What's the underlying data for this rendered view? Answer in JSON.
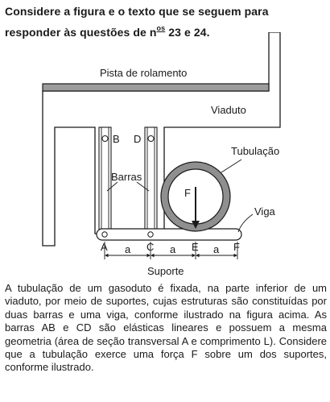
{
  "heading": {
    "line1": "Considere a figura e o texto que se seguem para",
    "line2_prefix": "responder às questões de n",
    "line2_sup": "os",
    "line2_suffix": "  23 e 24."
  },
  "figure": {
    "labels": {
      "runway": "Pista de rolamento",
      "viaduct": "Viaduto",
      "pipe": "Tubulação",
      "bars": "Barras",
      "beam": "Viga",
      "support": "Suporte",
      "force": "F",
      "point_B": "B",
      "point_D": "D",
      "point_A": "A",
      "point_C": "C",
      "point_E": "E",
      "point_F": "F",
      "dim_1": "a",
      "dim_2": "a",
      "dim_3": "a"
    }
  },
  "body_text": "A tubulação de um gasoduto é fixada, na parte inferior de um viaduto, por meio de suportes, cujas estruturas são constituídas por duas barras e uma viga, conforme ilustrado na figura acima. As barras AB e CD são elásticas lineares e possuem a mesma geometria (área de seção transversal A e comprimento L). Considere que a tubulação exerce uma força F sobre um dos suportes, conforme ilustrado."
}
